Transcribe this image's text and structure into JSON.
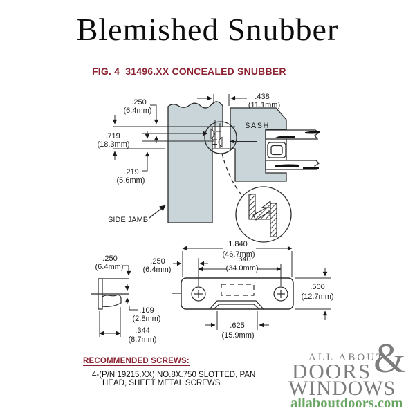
{
  "title": "Blemished Snubber",
  "figure_caption": "FIG. 4  31496.XX CONCEALED SNUBBER",
  "colors": {
    "accent_maroon": "#8B2332",
    "diagram_fill": "#C9D5D8",
    "line_color": "#2b2b2b",
    "logo_gray": "#7d7d7d",
    "logo_green": "#69a562"
  },
  "diagram": {
    "labels_top": {
      "sash": "SASH",
      "side_jamb": "SIDE JAMB"
    },
    "dims_top": {
      "d250": {
        "in": ".250",
        "mm": "(6.4mm)"
      },
      "d438": {
        "in": ".438",
        "mm": "(11.1mm)"
      },
      "d719": {
        "in": ".719",
        "mm": "(18.3mm)"
      },
      "d219": {
        "in": ".219",
        "mm": "(5.6mm)"
      }
    },
    "dims_bottom": {
      "p250": {
        "in": ".250",
        "mm": "(6.4mm)"
      },
      "p109": {
        "in": ".109",
        "mm": "(2.8mm)"
      },
      "p344": {
        "in": ".344",
        "mm": "(8.7mm)"
      },
      "b1840": {
        "in": "1.840",
        "mm": "(46.7mm)"
      },
      "b250": {
        "in": ".250",
        "mm": "(6.4mm)"
      },
      "b1340": {
        "in": "1.340",
        "mm": "(34.0mm)"
      },
      "b500": {
        "in": ".500",
        "mm": "(12.7mm)"
      },
      "b625": {
        "in": ".625",
        "mm": "(15.9mm)"
      }
    }
  },
  "screw_note": {
    "heading": "RECOMMENDED SCREWS:",
    "line1": "4-(P/N 19215.XX) NO.8X.750 SLOTTED, PAN",
    "line2": "HEAD, SHEET METAL SCREWS"
  },
  "logo": {
    "line1": "ALL ABOUT",
    "ampersand": "&",
    "line2": "DOORS",
    "line3": "WINDOWS",
    "url": "allaboutdoors.com"
  }
}
